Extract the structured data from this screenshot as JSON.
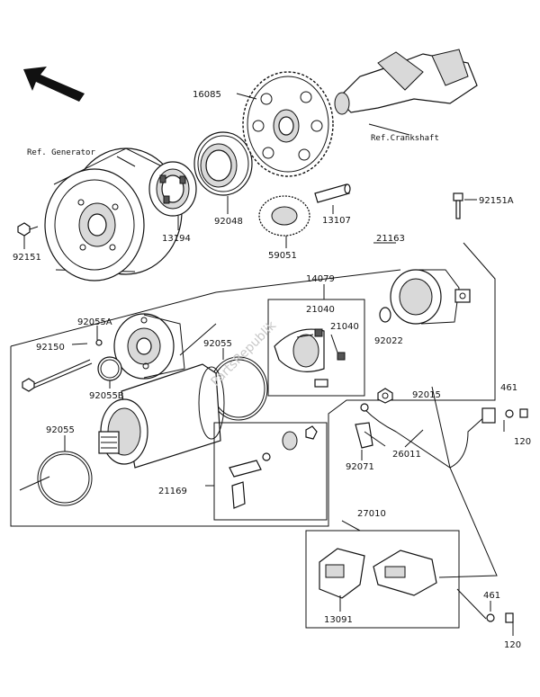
{
  "labels": {
    "p16085": "16085",
    "ref_generator": "Ref. Generator",
    "ref_crankshaft": "Ref.Crankshaft",
    "p92151": "92151",
    "p13194": "13194",
    "p92048": "92048",
    "p13107": "13107",
    "p92151a": "92151A",
    "p59051": "59051",
    "p21163": "21163",
    "p14079": "14079",
    "p21040a": "21040",
    "p21040b": "21040",
    "p92022": "92022",
    "p92055a": "92055A",
    "p92150": "92150",
    "p92055b": "92055B",
    "p92055": "92055",
    "p92055_2": "92055",
    "p92015": "92015",
    "p461a": "461",
    "p120a": "120",
    "p92071": "92071",
    "p26011": "26011",
    "p21169": "21169",
    "p27010": "27010",
    "p13091": "13091",
    "p461b": "461",
    "p120b": "120"
  },
  "watermark": "PartsRepublik"
}
